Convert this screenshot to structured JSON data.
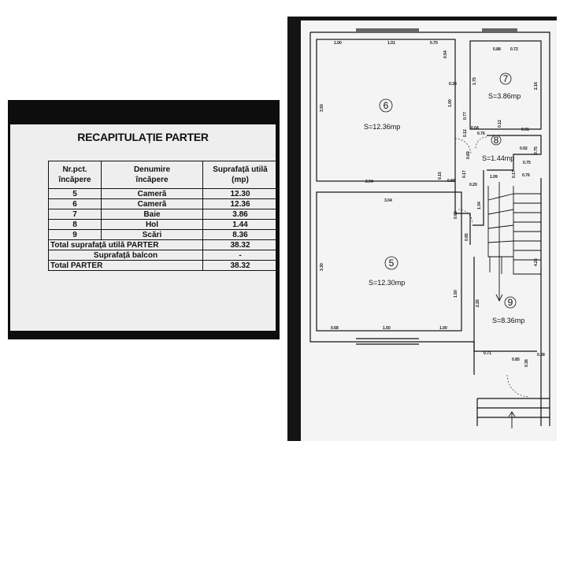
{
  "table": {
    "title": "RECAPITULAȚIE PARTER",
    "headers": {
      "nr_line1": "Nr.pct.",
      "nr_line2": "încăpere",
      "den_line1": "Denumire",
      "den_line2": "încăpere",
      "sup_line1": "Suprafață utilă",
      "sup_line2": "(mp)"
    },
    "rows": [
      {
        "nr": "5",
        "name": "Cameră",
        "area": "12.30"
      },
      {
        "nr": "6",
        "name": "Cameră",
        "area": "12.36"
      },
      {
        "nr": "7",
        "name": "Baie",
        "area": "3.86"
      },
      {
        "nr": "8",
        "name": "Hol",
        "area": "1.44"
      },
      {
        "nr": "9",
        "name": "Scări",
        "area": "8.36"
      }
    ],
    "total_util_label": "Total suprafață utilă PARTER",
    "total_util_value": "38.32",
    "balcon_label": "Suprafață balcon",
    "balcon_value": "-",
    "total_label": "Total PARTER",
    "total_value": "38.32"
  },
  "plan": {
    "rooms": [
      {
        "id": "6",
        "area": "S=12.36mp"
      },
      {
        "id": "7",
        "area": "S=3.86mp"
      },
      {
        "id": "8",
        "area": "S=1.44mp"
      },
      {
        "id": "5",
        "area": "S=12.30mp"
      },
      {
        "id": "9",
        "area": "S=8.36mp"
      }
    ],
    "dims": {
      "d1": "1.00",
      "d2": "1.01",
      "d3": "0.70",
      "d4": "0.54",
      "d5": "0.30",
      "d6": "0.88",
      "d7": "0.72",
      "d8": "1.75",
      "d9": "2.16",
      "d10": "3.50",
      "d11": "1.00",
      "d12": "0.77",
      "d13": "0.04",
      "d14": "0.76",
      "d15": "0.12",
      "d16": "0.91",
      "d17": "0.12",
      "d18": "0.69",
      "d19": "0.92",
      "d20": "0.75",
      "d21": "2.94",
      "d22": "0.15",
      "d23": "0.80",
      "d24": "0.17",
      "d25": "0.20",
      "d26": "1.09",
      "d27": "0.75",
      "d28": "0.17",
      "d29": "0.76",
      "d30": "3.04",
      "d31": "0.65",
      "d32": "1.34",
      "d33": "0.85",
      "d34": "3.30",
      "d35": "1.50",
      "d36": "4.25",
      "d37": "0.68",
      "d38": "1.50",
      "d39": "1.00",
      "d40": "2.26",
      "d41": "0.71",
      "d42": "0.85",
      "d43": "0.28",
      "d44": "0.36"
    }
  }
}
